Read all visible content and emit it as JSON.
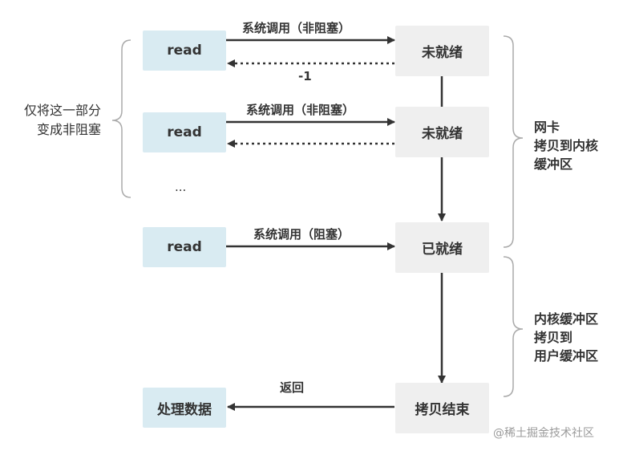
{
  "user_space": {
    "read_1": "read",
    "read_2": "read",
    "read_3": "read",
    "ellipsis": "...",
    "process": "处理数据"
  },
  "kernel_space": {
    "not_ready_1": "未就绪",
    "not_ready_2": "未就绪",
    "ready": "已就绪",
    "copy_done": "拷贝结束"
  },
  "arrows": {
    "syscall_nonblocking_1": "系统调用（非阻塞）",
    "return_minus_one": "-1",
    "syscall_nonblocking_2": "系统调用（非阻塞）",
    "syscall_blocking": "系统调用（阻塞）",
    "return": "返回"
  },
  "annotations": {
    "left_line1": "仅将这一部分",
    "left_line2": "变成非阻塞",
    "right_top_line1": "网卡",
    "right_top_line2": "拷贝到内核",
    "right_top_line3": "缓冲区",
    "right_bottom_line1": "内核缓冲区",
    "right_bottom_line2": "拷贝到",
    "right_bottom_line3": "用户缓冲区"
  },
  "watermark": "@稀土掘金技术社区",
  "colors": {
    "user_box": "#d9ebf2",
    "kernel_box": "#efefef",
    "line": "#333333",
    "brace": "#aaaaaa"
  }
}
